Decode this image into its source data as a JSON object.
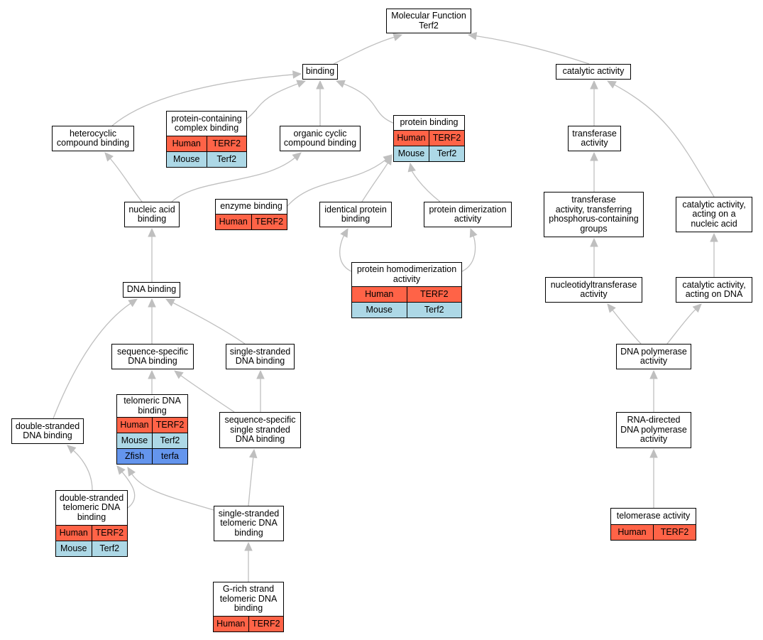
{
  "colors": {
    "edge": "#bfbfbf",
    "human": "#ff6347",
    "mouse": "#add8e6",
    "zfish": "#6495ed"
  },
  "nodes": [
    {
      "id": "molecular_function",
      "lines": [
        "Molecular Function",
        "Terf2"
      ],
      "rows": []
    },
    {
      "id": "binding",
      "lines": [
        "binding"
      ],
      "rows": []
    },
    {
      "id": "catalytic_activity",
      "lines": [
        "catalytic activity"
      ],
      "rows": []
    },
    {
      "id": "heterocyclic_compound_binding",
      "lines": [
        "heterocyclic",
        "compound binding"
      ],
      "rows": []
    },
    {
      "id": "protein_containing_complex_binding",
      "lines": [
        "protein-containing",
        "complex binding"
      ],
      "rows": [
        {
          "species": "Human",
          "gene": "TERF2"
        },
        {
          "species": "Mouse",
          "gene": "Terf2"
        }
      ]
    },
    {
      "id": "organic_cyclic_compound_binding",
      "lines": [
        "organic cyclic",
        "compound binding"
      ],
      "rows": []
    },
    {
      "id": "protein_binding",
      "lines": [
        "protein binding"
      ],
      "rows": [
        {
          "species": "Human",
          "gene": "TERF2"
        },
        {
          "species": "Mouse",
          "gene": "Terf2"
        }
      ]
    },
    {
      "id": "transferase_activity",
      "lines": [
        "transferase",
        "activity"
      ],
      "rows": []
    },
    {
      "id": "nucleic_acid_binding",
      "lines": [
        "nucleic acid",
        "binding"
      ],
      "rows": []
    },
    {
      "id": "enzyme_binding",
      "lines": [
        "enzyme binding"
      ],
      "rows": [
        {
          "species": "Human",
          "gene": "TERF2"
        }
      ]
    },
    {
      "id": "identical_protein_binding",
      "lines": [
        "identical protein",
        "binding"
      ],
      "rows": []
    },
    {
      "id": "protein_dimerization_activity",
      "lines": [
        "protein dimerization",
        "activity"
      ],
      "rows": []
    },
    {
      "id": "transferase_phosphorus",
      "lines": [
        "transferase",
        "activity, transferring",
        "phosphorus-containing",
        "groups"
      ],
      "rows": []
    },
    {
      "id": "catalytic_nucleic_acid",
      "lines": [
        "catalytic activity,",
        "acting on a",
        "nucleic acid"
      ],
      "rows": []
    },
    {
      "id": "protein_homodimerization_activity",
      "lines": [
        "protein homodimerization",
        "activity"
      ],
      "rows": [
        {
          "species": "Human",
          "gene": "TERF2"
        },
        {
          "species": "Mouse",
          "gene": "Terf2"
        }
      ]
    },
    {
      "id": "dna_binding",
      "lines": [
        "DNA binding"
      ],
      "rows": []
    },
    {
      "id": "nucleotidyltransferase_activity",
      "lines": [
        "nucleotidyltransferase",
        "activity"
      ],
      "rows": []
    },
    {
      "id": "catalytic_dna",
      "lines": [
        "catalytic activity,",
        "acting on DNA"
      ],
      "rows": []
    },
    {
      "id": "sequence_specific_dna_binding",
      "lines": [
        "sequence-specific",
        "DNA binding"
      ],
      "rows": []
    },
    {
      "id": "single_stranded_dna_binding",
      "lines": [
        "single-stranded",
        "DNA binding"
      ],
      "rows": []
    },
    {
      "id": "dna_polymerase_activity",
      "lines": [
        "DNA polymerase",
        "activity"
      ],
      "rows": []
    },
    {
      "id": "telomeric_dna_binding",
      "lines": [
        "telomeric DNA",
        "binding"
      ],
      "rows": [
        {
          "species": "Human",
          "gene": "TERF2"
        },
        {
          "species": "Mouse",
          "gene": "Terf2"
        },
        {
          "species": "Zfish",
          "gene": "terfa"
        }
      ]
    },
    {
      "id": "sequence_specific_single_stranded",
      "lines": [
        "sequence-specific",
        "single stranded",
        "DNA binding"
      ],
      "rows": []
    },
    {
      "id": "double_stranded_dna_binding",
      "lines": [
        "double-stranded",
        "DNA binding"
      ],
      "rows": []
    },
    {
      "id": "rna_directed_dna_polymerase",
      "lines": [
        "RNA-directed",
        "DNA polymerase",
        "activity"
      ],
      "rows": []
    },
    {
      "id": "double_stranded_telomeric",
      "lines": [
        "double-stranded",
        "telomeric DNA",
        "binding"
      ],
      "rows": [
        {
          "species": "Human",
          "gene": "TERF2"
        },
        {
          "species": "Mouse",
          "gene": "Terf2"
        }
      ]
    },
    {
      "id": "single_stranded_telomeric",
      "lines": [
        "single-stranded",
        "telomeric DNA",
        "binding"
      ],
      "rows": []
    },
    {
      "id": "telomerase_activity",
      "lines": [
        "telomerase activity"
      ],
      "rows": [
        {
          "species": "Human",
          "gene": "TERF2"
        }
      ]
    },
    {
      "id": "g_rich_strand",
      "lines": [
        "G-rich strand",
        "telomeric DNA",
        "binding"
      ],
      "rows": [
        {
          "species": "Human",
          "gene": "TERF2"
        }
      ]
    }
  ],
  "edges": [
    {
      "from": "binding",
      "to": "molecular_function"
    },
    {
      "from": "catalytic_activity",
      "to": "molecular_function"
    },
    {
      "from": "heterocyclic_compound_binding",
      "to": "binding"
    },
    {
      "from": "protein_containing_complex_binding",
      "to": "binding"
    },
    {
      "from": "organic_cyclic_compound_binding",
      "to": "binding"
    },
    {
      "from": "protein_binding",
      "to": "binding"
    },
    {
      "from": "transferase_activity",
      "to": "catalytic_activity"
    },
    {
      "from": "catalytic_nucleic_acid",
      "to": "catalytic_activity"
    },
    {
      "from": "nucleic_acid_binding",
      "to": "heterocyclic_compound_binding"
    },
    {
      "from": "nucleic_acid_binding",
      "to": "organic_cyclic_compound_binding"
    },
    {
      "from": "enzyme_binding",
      "to": "protein_binding"
    },
    {
      "from": "identical_protein_binding",
      "to": "protein_binding"
    },
    {
      "from": "protein_dimerization_activity",
      "to": "protein_binding"
    },
    {
      "from": "transferase_phosphorus",
      "to": "transferase_activity"
    },
    {
      "from": "protein_homodimerization_activity",
      "to": "identical_protein_binding"
    },
    {
      "from": "protein_homodimerization_activity",
      "to": "protein_dimerization_activity"
    },
    {
      "from": "dna_binding",
      "to": "nucleic_acid_binding"
    },
    {
      "from": "nucleotidyltransferase_activity",
      "to": "transferase_phosphorus"
    },
    {
      "from": "catalytic_dna",
      "to": "catalytic_nucleic_acid"
    },
    {
      "from": "sequence_specific_dna_binding",
      "to": "dna_binding"
    },
    {
      "from": "single_stranded_dna_binding",
      "to": "dna_binding"
    },
    {
      "from": "double_stranded_dna_binding",
      "to": "dna_binding"
    },
    {
      "from": "dna_polymerase_activity",
      "to": "nucleotidyltransferase_activity"
    },
    {
      "from": "dna_polymerase_activity",
      "to": "catalytic_dna"
    },
    {
      "from": "telomeric_dna_binding",
      "to": "sequence_specific_dna_binding"
    },
    {
      "from": "sequence_specific_single_stranded",
      "to": "sequence_specific_dna_binding"
    },
    {
      "from": "sequence_specific_single_stranded",
      "to": "single_stranded_dna_binding"
    },
    {
      "from": "rna_directed_dna_polymerase",
      "to": "dna_polymerase_activity"
    },
    {
      "from": "double_stranded_telomeric",
      "to": "double_stranded_dna_binding"
    },
    {
      "from": "double_stranded_telomeric",
      "to": "telomeric_dna_binding"
    },
    {
      "from": "single_stranded_telomeric",
      "to": "telomeric_dna_binding"
    },
    {
      "from": "single_stranded_telomeric",
      "to": "sequence_specific_single_stranded"
    },
    {
      "from": "telomerase_activity",
      "to": "rna_directed_dna_polymerase"
    },
    {
      "from": "g_rich_strand",
      "to": "single_stranded_telomeric"
    }
  ]
}
